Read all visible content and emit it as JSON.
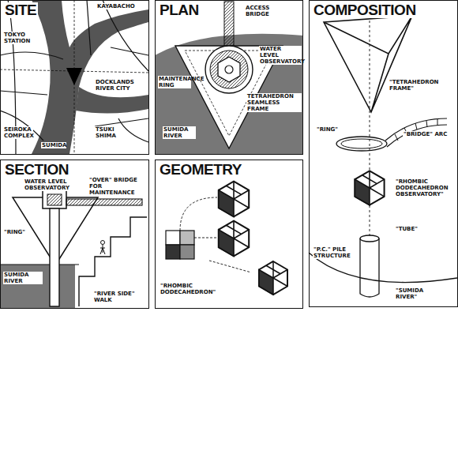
{
  "diagram": {
    "nodes": [
      {
        "text": [
          "SITE"
        ]
      },
      {
        "text": [
          "PLAN"
        ]
      },
      {
        "text": [
          "COMPOSITION"
        ]
      },
      {
        "text": [
          "SECTION"
        ]
      },
      {
        "text": [
          "GEOMETRY"
        ]
      }
    ],
    "labels": [
      "TOKYO STATION",
      "KAYABACHO",
      "DOCKLANDS RIVER CITY",
      "SEIROKA COMPLEX",
      "TSUKI SHIMA",
      "SUMIDA",
      "ACCESS BRIDGE",
      "WATER LEVEL OBSERVATORY",
      "MAINTENANCE RING",
      "TETRAHEDRON SEAMLESS FRAME",
      "SUMIDA RIVER",
      "\"TETRAHEDRON FRAME\"",
      "\"RING\"",
      "\"BRIDGE\" ARC",
      "\"RHOMBIC DODECAHEDRON OBSERVATORY\"",
      "\"TUBE\"",
      "\"P.C.\" PILE STRUCTURE",
      "\"SUMIDA RIVER\"",
      "WATER LEVEL OBSERVATORY",
      "\"OVER\" BRIDGE FOR MAINTENANCE",
      "\"RING\"",
      "SUMIDA RIVER",
      "\"RIVER SIDE\" WALK",
      "\"RHOMBIC DODECAHEDRON\""
    ]
  }
}
